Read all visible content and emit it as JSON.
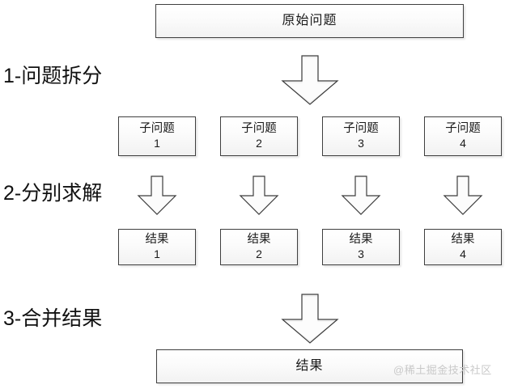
{
  "diagram": {
    "title_box": {
      "label": "原始问题"
    },
    "steps": [
      {
        "id": "step-1",
        "label": "1-问题拆分"
      },
      {
        "id": "step-2",
        "label": "2-分别求解"
      },
      {
        "id": "step-3",
        "label": "3-合并结果"
      }
    ],
    "subproblems": [
      {
        "label": "子问题",
        "index": "1"
      },
      {
        "label": "子问题",
        "index": "2"
      },
      {
        "label": "子问题",
        "index": "3"
      },
      {
        "label": "子问题",
        "index": "4"
      }
    ],
    "results": [
      {
        "label": "结果",
        "index": "1"
      },
      {
        "label": "结果",
        "index": "2"
      },
      {
        "label": "结果",
        "index": "3"
      },
      {
        "label": "结果",
        "index": "4"
      }
    ],
    "final_box": {
      "label": "结果"
    },
    "arrows": [
      {
        "id": "arrow-split",
        "direction": "down",
        "size": "large"
      },
      {
        "id": "arrow-solve-1",
        "direction": "down",
        "size": "small"
      },
      {
        "id": "arrow-solve-2",
        "direction": "down",
        "size": "small"
      },
      {
        "id": "arrow-solve-3",
        "direction": "down",
        "size": "small"
      },
      {
        "id": "arrow-solve-4",
        "direction": "down",
        "size": "small"
      },
      {
        "id": "arrow-merge",
        "direction": "down",
        "size": "large"
      }
    ],
    "watermark": {
      "text": "@稀土掘金技术社区"
    },
    "colors": {
      "background": "#ffffff",
      "box_border": "#3f3f3f",
      "box_fill_top": "#ffffff",
      "box_fill_bottom": "#f2f2f2",
      "text": "#1a1a1a",
      "label_text": "#111111",
      "arrow_outline": "#3c3c3c",
      "arrow_fill": "#fcfcfc",
      "watermark": "#c9c9c9"
    }
  }
}
